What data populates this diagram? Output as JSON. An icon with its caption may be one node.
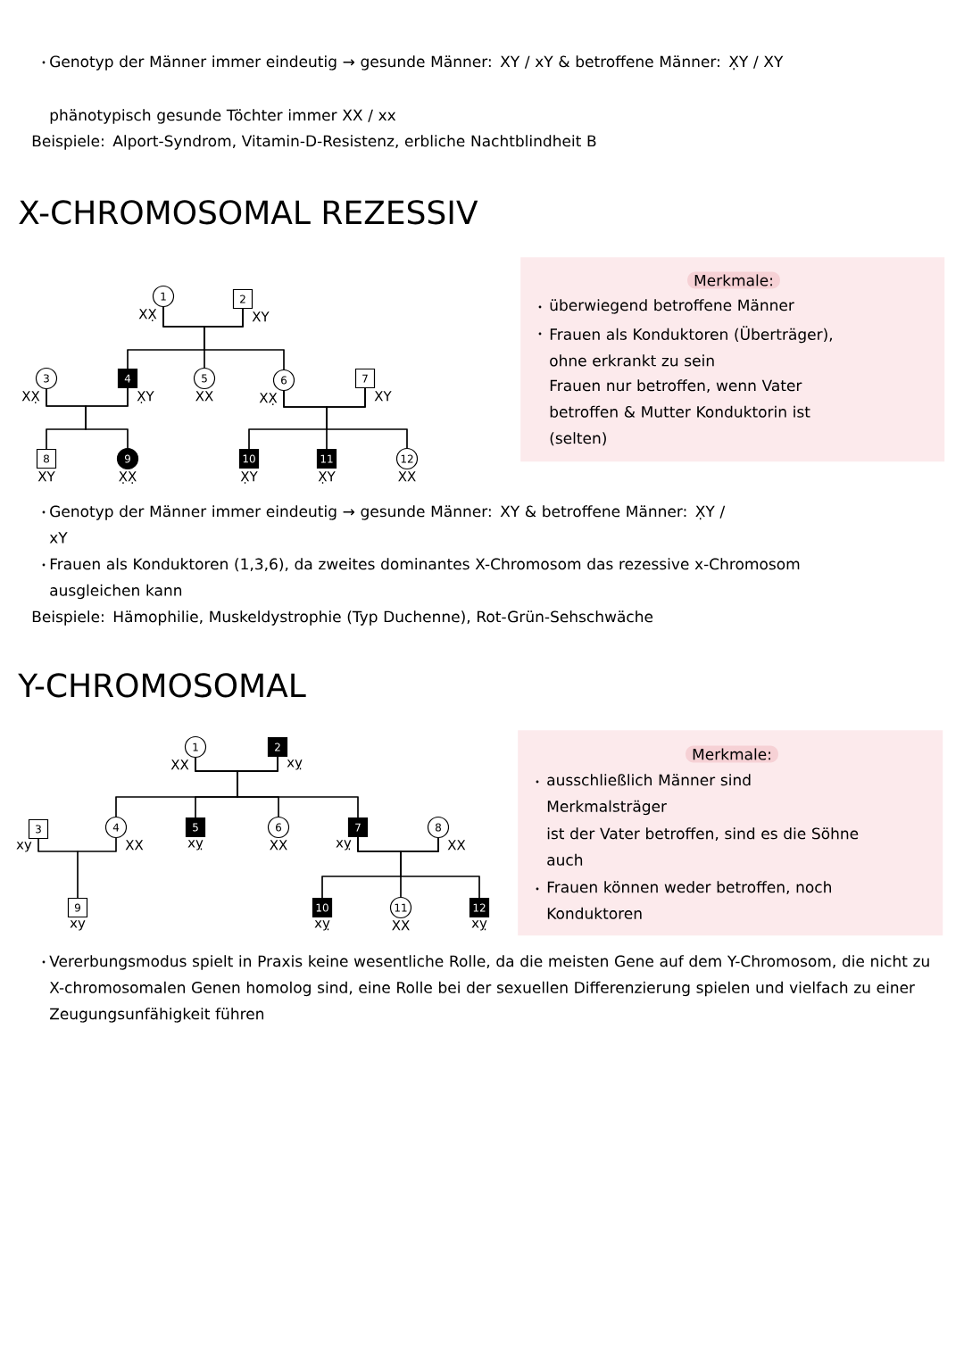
{
  "diagram": {
    "nodes": [
      {
        "text": [
          "1"
        ],
        "beside": [
          "XX̣"
        ]
      },
      {
        "text": [
          "2"
        ],
        "beside": [
          "XY"
        ]
      },
      {
        "text": [
          "3"
        ],
        "beside": [
          "XX̣"
        ]
      },
      {
        "text": [
          "4"
        ],
        "beside": [
          "X̣Y"
        ]
      },
      {
        "text": [
          "5"
        ],
        "beside": [
          "XX"
        ]
      },
      {
        "text": [
          "6"
        ],
        "beside": [
          "XX̣"
        ]
      },
      {
        "text": [
          "7"
        ],
        "beside": [
          "XY"
        ]
      },
      {
        "text": [
          "8"
        ],
        "beside": [
          "XY"
        ]
      },
      {
        "text": [
          "9"
        ],
        "beside": [
          "X̣X̣"
        ]
      },
      {
        "text": [
          "10"
        ],
        "beside": [
          "X̣Y"
        ]
      },
      {
        "text": [
          "11"
        ],
        "beside": [
          "X̣Y"
        ]
      },
      {
        "text": [
          "12"
        ],
        "beside": [
          "XX"
        ]
      },
      {
        "text": [
          "Merkmale:",
          "überwiegend betroffene Männer",
          "Frauen als Konduktoren (Überträger), ohne erkrankt zu sein",
          "Frauen nur betroffen, wenn Vater betroffen & Mutter Konduktorin ist (selten)"
        ]
      },
      {
        "text": [
          "1"
        ],
        "beside": [
          "XX"
        ]
      },
      {
        "text": [
          "2"
        ],
        "beside": [
          "xỵ"
        ]
      },
      {
        "text": [
          "3"
        ],
        "beside": [
          "xy"
        ]
      },
      {
        "text": [
          "4"
        ],
        "beside": [
          "XX"
        ]
      },
      {
        "text": [
          "5"
        ],
        "beside": [
          "xỵ"
        ]
      },
      {
        "text": [
          "6"
        ],
        "beside": [
          "XX"
        ]
      },
      {
        "text": [
          "7"
        ],
        "beside": [
          "xỵ"
        ]
      },
      {
        "text": [
          "8"
        ],
        "beside": [
          "XX"
        ]
      },
      {
        "text": [
          "9"
        ],
        "beside": [
          "xy"
        ]
      },
      {
        "text": [
          "10"
        ],
        "beside": [
          "xỵ"
        ]
      },
      {
        "text": [
          "11"
        ],
        "beside": [
          "XX"
        ]
      },
      {
        "text": [
          "12"
        ],
        "beside": [
          "xỵ"
        ]
      },
      {
        "text": [
          "Merkmale:",
          "ausschließlich Männer sind Merkmalsträger",
          "ist der Vater betroffen, sind es die Söhne auch",
          "Frauen können weder betroffen, noch Konduktoren"
        ]
      }
    ],
    "edges": [
      {
        "from": 0,
        "to": 1,
        "arrow": "none"
      },
      {
        "from": 0,
        "to": 3,
        "arrow": "none"
      },
      {
        "from": 1,
        "to": 3,
        "arrow": "none"
      },
      {
        "from": 0,
        "to": 4,
        "arrow": "none"
      },
      {
        "from": 1,
        "to": 4,
        "arrow": "none"
      },
      {
        "from": 0,
        "to": 5,
        "arrow": "none"
      },
      {
        "from": 1,
        "to": 5,
        "arrow": "none"
      },
      {
        "from": 2,
        "to": 3,
        "arrow": "none"
      },
      {
        "from": 2,
        "to": 7,
        "arrow": "none"
      },
      {
        "from": 3,
        "to": 7,
        "arrow": "none"
      },
      {
        "from": 2,
        "to": 8,
        "arrow": "none"
      },
      {
        "from": 3,
        "to": 8,
        "arrow": "none"
      },
      {
        "from": 5,
        "to": 6,
        "arrow": "none"
      },
      {
        "from": 5,
        "to": 9,
        "arrow": "none"
      },
      {
        "from": 6,
        "to": 9,
        "arrow": "none"
      },
      {
        "from": 5,
        "to": 10,
        "arrow": "none"
      },
      {
        "from": 6,
        "to": 10,
        "arrow": "none"
      },
      {
        "from": 5,
        "to": 11,
        "arrow": "none"
      },
      {
        "from": 6,
        "to": 11,
        "arrow": "none"
      },
      {
        "from": 13,
        "to": 14,
        "arrow": "none"
      },
      {
        "from": 13,
        "to": 16,
        "arrow": "none"
      },
      {
        "from": 14,
        "to": 16,
        "arrow": "none"
      },
      {
        "from": 13,
        "to": 17,
        "arrow": "none"
      },
      {
        "from": 14,
        "to": 17,
        "arrow": "none"
      },
      {
        "from": 13,
        "to": 18,
        "arrow": "none"
      },
      {
        "from": 14,
        "to": 18,
        "arrow": "none"
      },
      {
        "from": 13,
        "to": 19,
        "arrow": "none"
      },
      {
        "from": 14,
        "to": 19,
        "arrow": "none"
      },
      {
        "from": 15,
        "to": 16,
        "arrow": "none"
      },
      {
        "from": 15,
        "to": 21,
        "arrow": "none"
      },
      {
        "from": 16,
        "to": 21,
        "arrow": "none"
      },
      {
        "from": 19,
        "to": 20,
        "arrow": "none"
      },
      {
        "from": 19,
        "to": 22,
        "arrow": "none"
      },
      {
        "from": 20,
        "to": 22,
        "arrow": "none"
      },
      {
        "from": 19,
        "to": 23,
        "arrow": "none"
      },
      {
        "from": 20,
        "to": 23,
        "arrow": "none"
      },
      {
        "from": 19,
        "to": 24,
        "arrow": "none"
      },
      {
        "from": 20,
        "to": 24,
        "arrow": "none"
      }
    ],
    "labels": [
      "Genotyp der Männer immer eindeutig → gesunde Männer: XY / xY & betroffene Männer: X̣Y / XY",
      "phänotypisch gesunde Töchter immer XX / xx",
      "Beispiele: Alport-Syndrom, Vitamin-D-Resistenz, erbliche Nachtblindheit B",
      "X-CHROMOSOMAL REZESSIV",
      "Genotyp der Männer immer eindeutig → gesunde Männer: XY & betroffene Männer: X̣Y / xY",
      "Frauen als Konduktoren (1,3,6), da zweites dominantes X-Chromosom das rezessive x-Chromosom ausgleichen kann",
      "Beispiele: Hämophilie, Muskeldystrophie (Typ Duchenne), Rot-Grün-Sehschwäche",
      "Y-CHROMOSOMAL",
      "Vererbungsmodus spielt in Praxis keine wesentliche Rolle, da die meisten Gene auf dem Y-Chromosom, die nicht zu X-chromosomalen Genen homolog sind, eine Rolle bei der sexuellen Differenzierung spielen und vielfach zu einer Zeugungsunfähigkeit führen"
    ]
  }
}
